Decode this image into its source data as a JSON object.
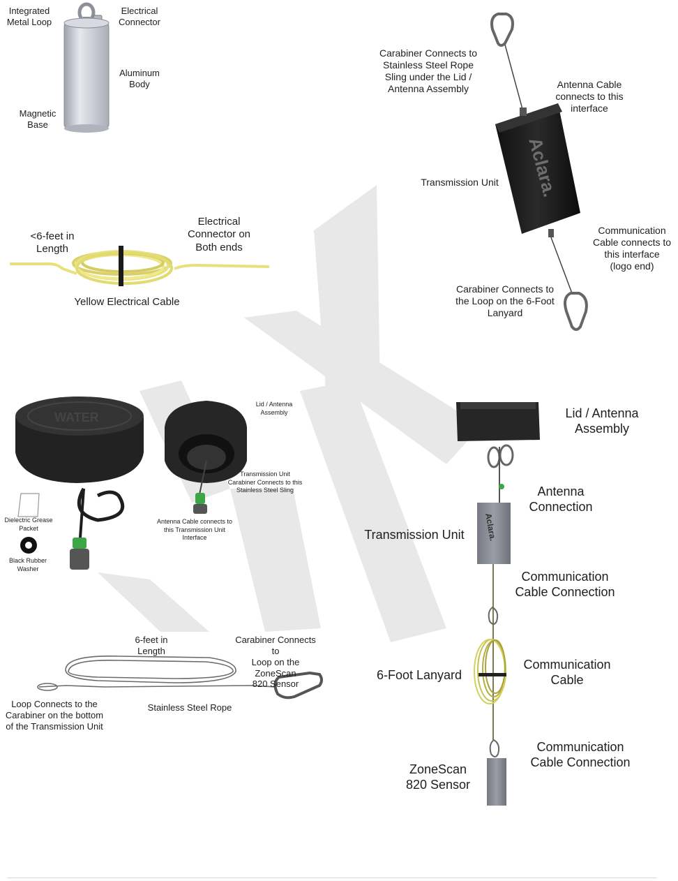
{
  "colors": {
    "cable_yellow": "#e8e07a",
    "unit_black": "#1c1c1c",
    "unit_gray": "#8a8c94",
    "aluminum": "#c9ccd4",
    "connector_green": "#3aa646",
    "watermark_gray": "#e3e3e3"
  },
  "sensor": {
    "loop_label": "Integrated\nMetal Loop",
    "connector_label": "Electrical\nConnector",
    "body_label": "Aluminum\nBody",
    "base_label": "Magnetic\nBase"
  },
  "cable": {
    "length_label": "<6-feet in\nLength",
    "connector_label": "Electrical\nConnector on\nBoth ends",
    "name_label": "Yellow Electrical Cable"
  },
  "transmission_top": {
    "carabiner_top_label": "Carabiner Connects to\nStainless Steel Rope\nSling under the Lid /\nAntenna Assembly",
    "antenna_cable_label": "Antenna Cable\nconnects to this\ninterface",
    "unit_label": "Transmission Unit",
    "comm_cable_label": "Communication\nCable connects to\nthis interface\n(logo end)",
    "carabiner_bottom_label": "Carabiner Connects to\nthe Loop on the 6-Foot\nLanyard",
    "logo_text": "Aclara."
  },
  "lid": {
    "lid_label": "Lid / Antenna\nAssembly",
    "tu_carabiner_label": "Transmission Unit\nCarabiner Connects to this\nStainless Steel Sling",
    "antenna_cable_label": "Antenna Cable connects to\nthis Transmission Unit\nInterface",
    "grease_label": "Dielectric Grease\nPacket",
    "washer_label": "Black Rubber\nWasher"
  },
  "lanyard": {
    "length_label": "6-feet in\nLength",
    "carabiner_label": "Carabiner Connects to\nLoop on the ZoneScan\n820 Sensor",
    "loop_label": "Loop Connects to the\nCarabiner on the bottom\nof the Transmission Unit",
    "rope_label": "Stainless Steel Rope"
  },
  "assembly": {
    "lid_label": "Lid / Antenna\nAssembly",
    "antenna_label": "Antenna\nConnection",
    "tu_label": "Transmission Unit",
    "comm_conn_label_1": "Communication\nCable Connection",
    "lanyard_label": "6-Foot Lanyard",
    "comm_cable_label": "Communication\nCable",
    "comm_conn_label_2": "Communication\nCable Connection",
    "sensor_label": "ZoneScan\n820 Sensor",
    "logo_text": "Aclara."
  }
}
